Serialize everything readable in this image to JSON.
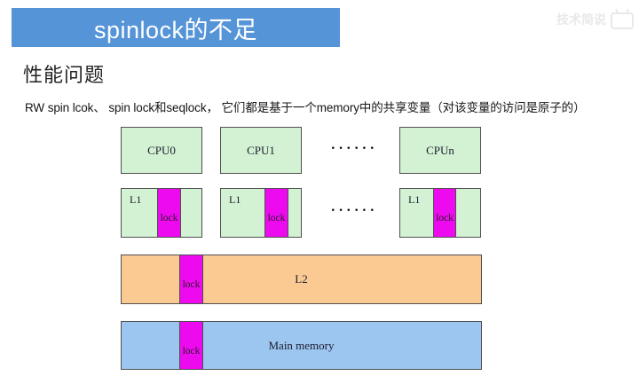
{
  "header": {
    "title": "spinlock的不足"
  },
  "watermark": {
    "text": "技术简说"
  },
  "section": {
    "heading": "性能问题"
  },
  "body": {
    "text": "RW spin lcok、 spin lock和seqlock， 它们都是基于一个memory中的共享变量（对该变量的访问是原子的）"
  },
  "diagram": {
    "cpus": [
      "CPU0",
      "CPU1",
      "CPUn"
    ],
    "ellipsis": "••••••",
    "l1_label": "L1",
    "lock_label": "lock",
    "l2_label": "L2",
    "memory_label": "Main memory"
  },
  "colors": {
    "banner_blue": "#5694D8",
    "cache_green": "#D3F2D3",
    "lock_magenta": "#EE0AEE",
    "l2_orange": "#FBC992",
    "memory_blue": "#9CC6F0",
    "box_border": "#4F4F4F"
  }
}
